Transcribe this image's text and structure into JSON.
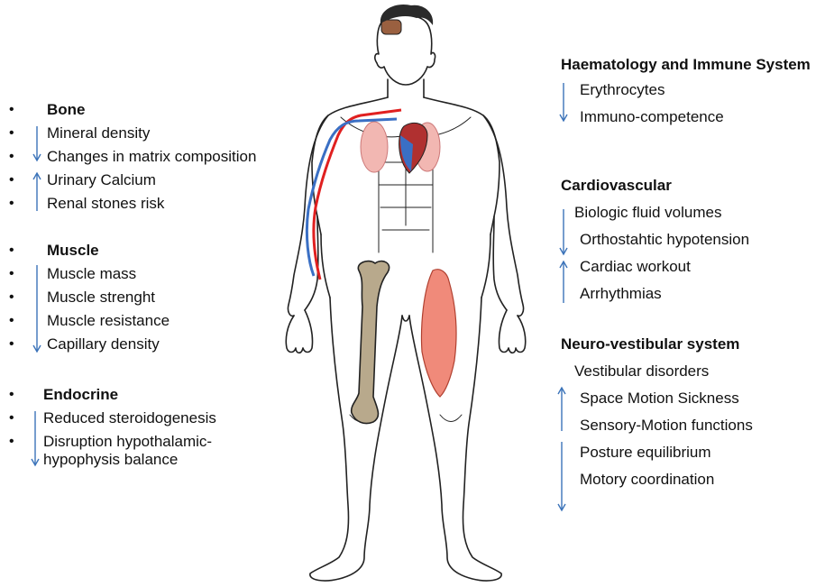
{
  "left": {
    "bone": {
      "title": "Bone",
      "items": [
        "Mineral density",
        "Changes in matrix composition",
        "Urinary Calcium",
        "Renal stones risk"
      ]
    },
    "muscle": {
      "title": "Muscle",
      "items": [
        "Muscle mass",
        "Muscle strenght",
        "Muscle resistance",
        "Capillary density"
      ]
    },
    "endocrine": {
      "title": "Endocrine",
      "items": [
        "Reduced steroidogenesis",
        "Disruption hypothalamic-",
        "hypophysis balance"
      ]
    },
    "bullet_char": "•"
  },
  "right": {
    "haematology": {
      "title": "Haematology and Immune System",
      "items": [
        "Erythrocytes",
        "Immuno-competence"
      ]
    },
    "cardiovascular": {
      "title": "Cardiovascular",
      "items": [
        "Biologic fluid volumes",
        "Orthostahtic hypotension",
        "Cardiac workout",
        "Arrhythmias"
      ]
    },
    "neuro": {
      "title": "Neuro-vestibular system",
      "items": [
        "Vestibular disorders",
        "Space Motion Sickness",
        "Sensory-Motion functions",
        "Posture equilibrium",
        "Motory coordination"
      ]
    }
  },
  "colors": {
    "arrow": "#3b73b9",
    "artery": "#e02020",
    "vein": "#3a6fc4",
    "lung": "#f2b7b2",
    "heart": "#b03030",
    "femur": "#b8a98c",
    "muscle": "#f08a7a",
    "outline": "#222222"
  }
}
